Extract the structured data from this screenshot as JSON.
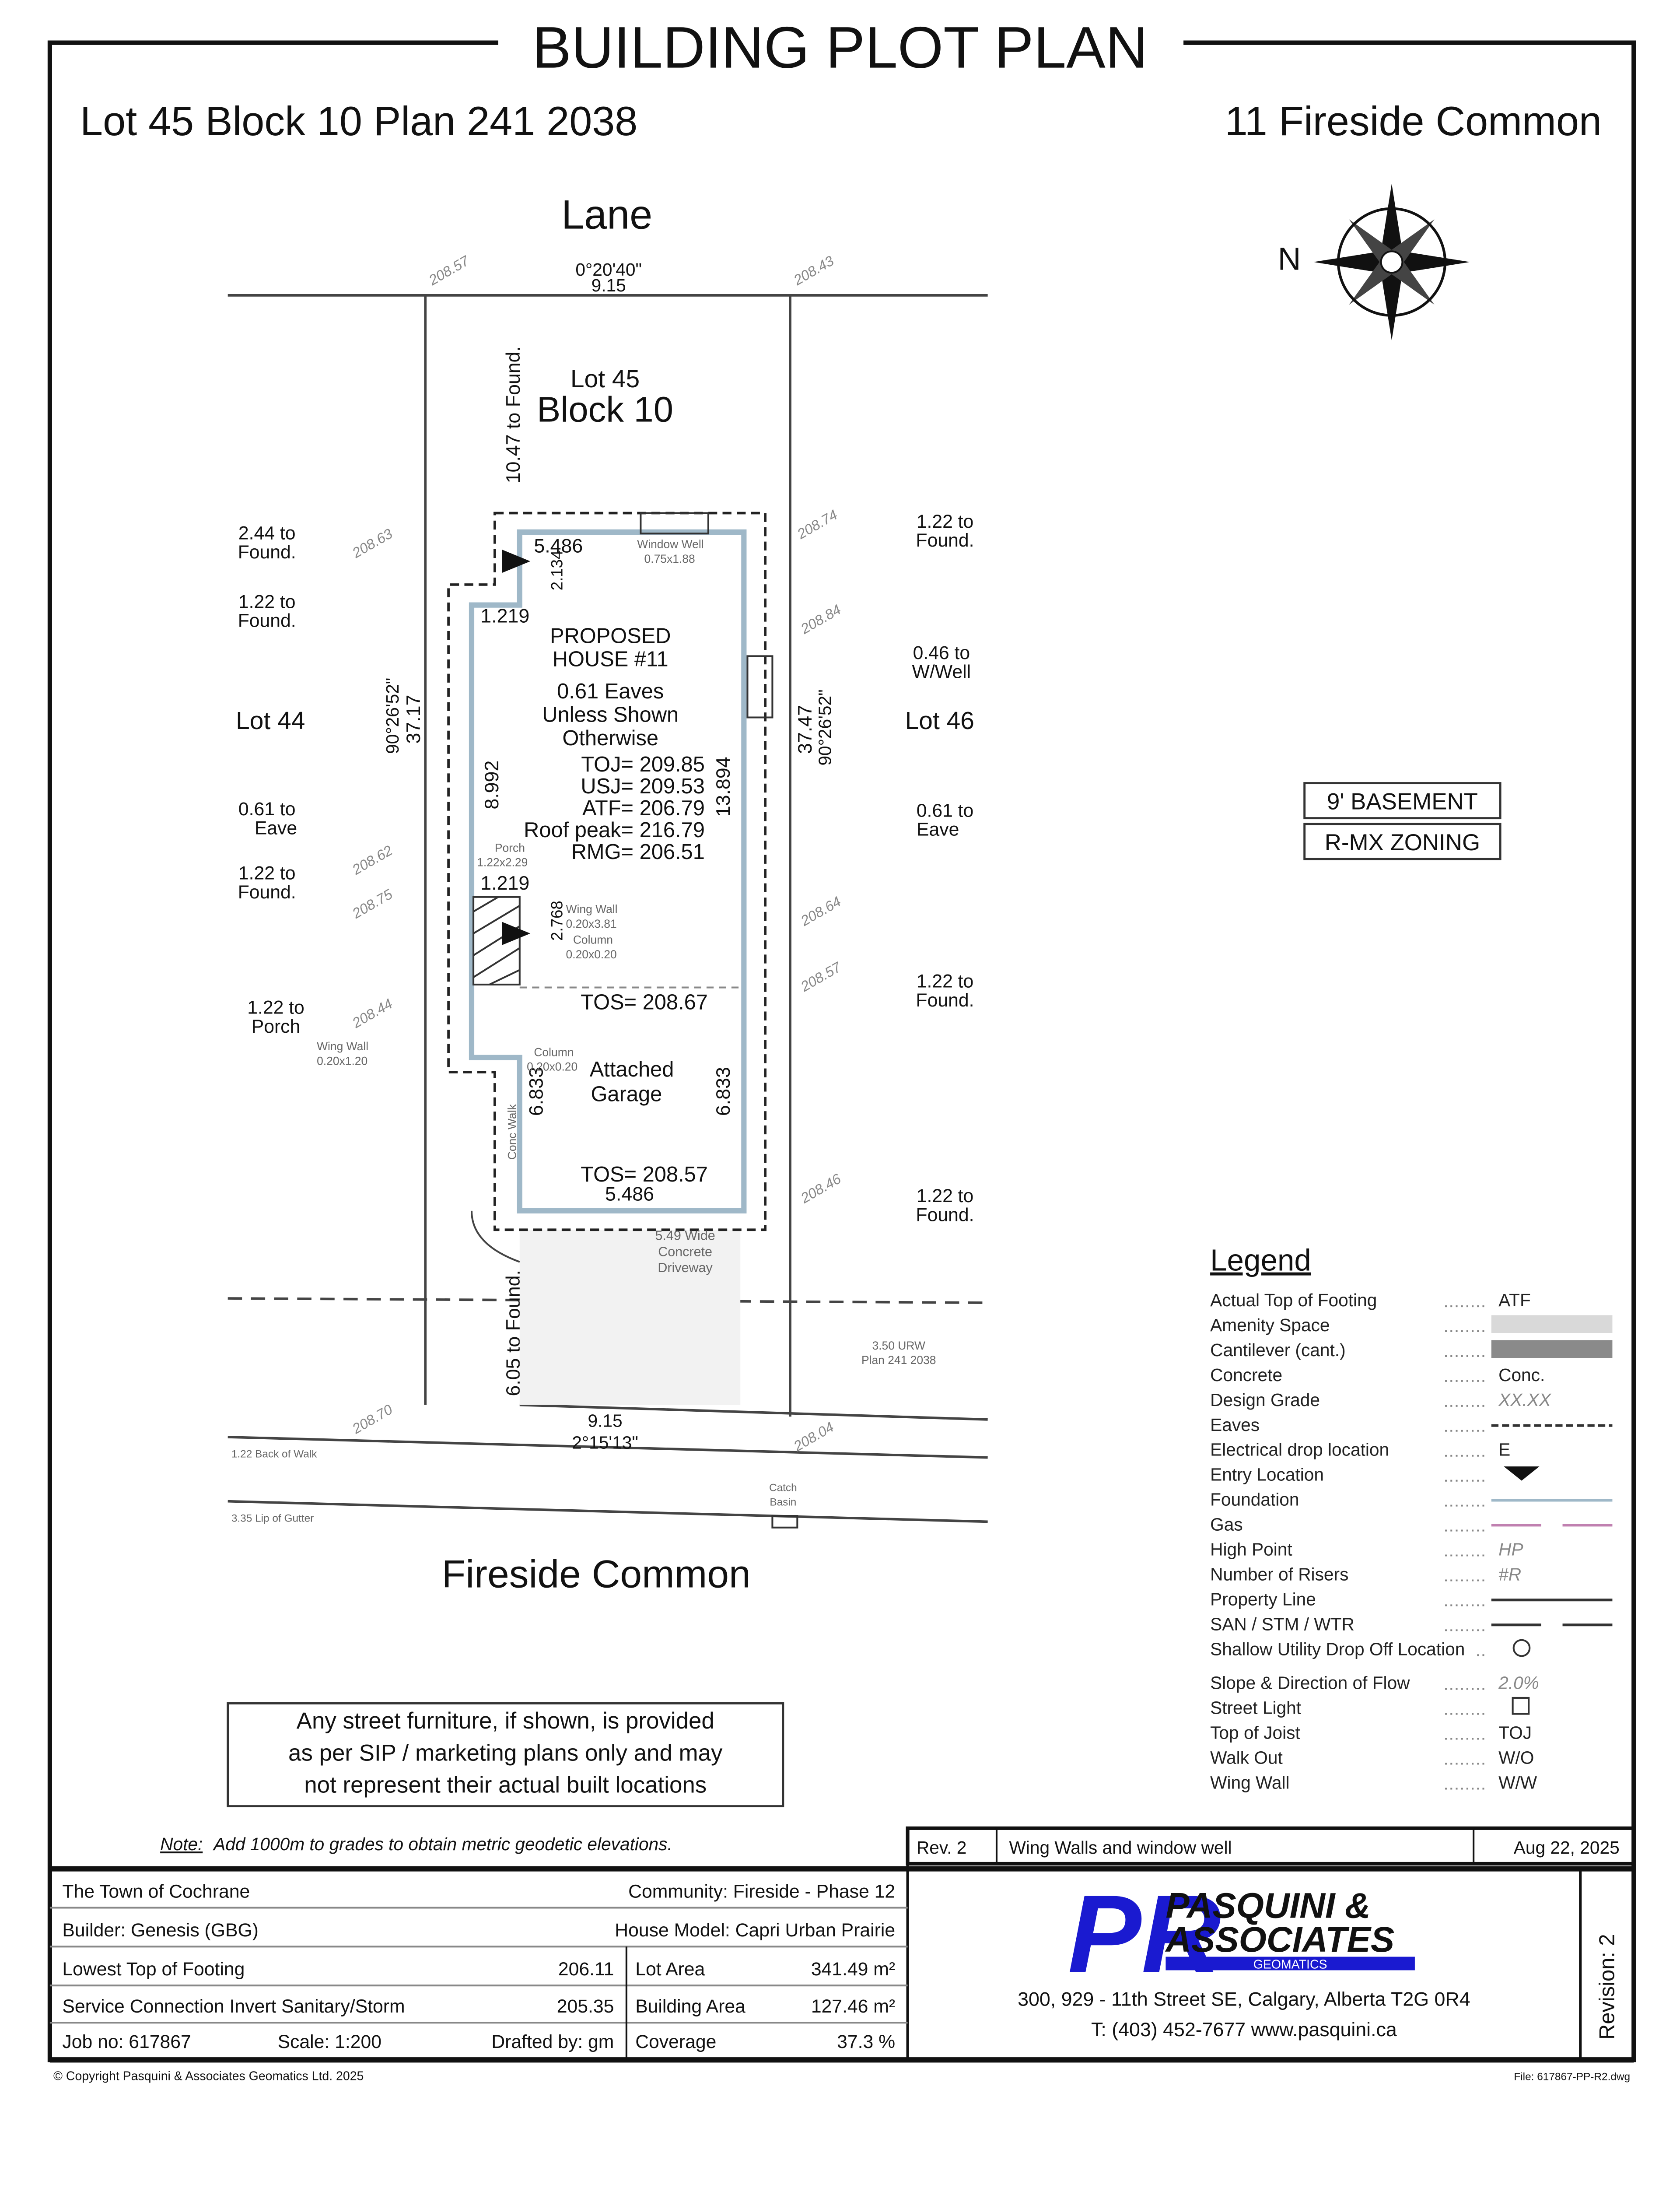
{
  "title": "BUILDING PLOT PLAN",
  "legal": "Lot 45 Block 10 Plan 241 2038",
  "address": "11 Fireside Common",
  "lane": "Lane",
  "street": "Fireside Common",
  "north": "N",
  "lot": {
    "lot_label": "Lot 45",
    "block_label": "Block 10",
    "left_lot": "Lot 44",
    "right_lot": "Lot 46"
  },
  "dims": {
    "rear_bearing": "0°20'40\"",
    "rear_width": "9.15",
    "front_width": "9.15",
    "front_bearing": "2°15'13\"",
    "left_depth": "37.17",
    "left_bearing": "90°26'52\"",
    "right_depth": "37.47",
    "right_bearing": "90°26'52\"",
    "rear_setback": "10.47 to Found.",
    "front_setback": "6.05 to Found.",
    "house_width_top": "5.486",
    "house_width_bottom": "5.486",
    "house_depth": "13.894",
    "left_seg": "8.992",
    "garage_left": "6.833",
    "garage_right": "6.833",
    "jog1": "1.219",
    "jog2": "1.219",
    "jog3": "2.134",
    "jog4": "2.768"
  },
  "house": {
    "title1": "PROPOSED",
    "title2": "HOUSE #11",
    "eaves1": "0.61 Eaves",
    "eaves2": "Unless Shown",
    "eaves3": "Otherwise",
    "toj": "TOJ= 209.85",
    "usj": "USJ= 209.53",
    "atf": "ATF= 206.79",
    "roof": "Roof peak= 216.79",
    "rmg": "RMG= 206.51",
    "window_well": "Window Well",
    "window_well_size": "0.75x1.88",
    "porch": "Porch",
    "porch_size": "1.22x2.29",
    "wing_wall": "Wing Wall",
    "wing_wall_size": "0.20x3.81",
    "column": "Column",
    "column_size": "0.20x0.20",
    "tos1": "TOS= 208.67",
    "garage1": "Attached",
    "garage2": "Garage",
    "tos2": "TOS= 208.57",
    "driveway1": "5.49 Wide",
    "driveway2": "Concrete",
    "driveway3": "Driveway",
    "wing_wall_left": "Wing Wall",
    "wing_wall_left_size": "0.20x1.20",
    "conc_walk": "Conc Walk"
  },
  "side_notes_left": [
    [
      "2.44 to",
      "Found."
    ],
    [
      "1.22 to",
      "Found."
    ],
    [
      "0.61 to",
      "Eave"
    ],
    [
      "1.22 to",
      "Found."
    ],
    [
      "1.22 to",
      "Porch"
    ]
  ],
  "side_notes_right": [
    [
      "1.22 to",
      "Found."
    ],
    [
      "0.46 to",
      "W/Well"
    ],
    [
      "0.61 to",
      "Eave"
    ],
    [
      "1.22 to",
      "Found."
    ],
    [
      "1.22 to",
      "Found."
    ]
  ],
  "grades": [
    "208.57",
    "208.43",
    "208.63",
    "208.74",
    "208.84",
    "208.64",
    "208.57",
    "208.44",
    "208.46",
    "208.70",
    "208.04",
    "208.75",
    "208.62"
  ],
  "urw": [
    "3.50 URW",
    "Plan 241 2038"
  ],
  "back_of_walk": "1.22 Back of Walk",
  "lip_of_gutter": "3.35 Lip of Gutter",
  "catch_basin": [
    "Catch",
    "Basin"
  ],
  "badges": [
    "9' BASEMENT",
    "R-MX ZONING"
  ],
  "furniture_note": [
    "Any street furniture, if shown, is provided",
    "as per SIP / marketing plans only and may",
    "not represent their actual built locations"
  ],
  "note_label": "Note:",
  "note_text": "Add 1000m to grades to obtain metric geodetic elevations.",
  "legend": {
    "title": "Legend",
    "items": [
      {
        "label": "Actual Top of Footing",
        "symbol": "ATF"
      },
      {
        "label": "Amenity Space",
        "symbol": ""
      },
      {
        "label": "Cantilever (cant.)",
        "symbol": ""
      },
      {
        "label": "Concrete",
        "symbol": "Conc."
      },
      {
        "label": "Design Grade",
        "symbol": "XX.XX"
      },
      {
        "label": "Eaves",
        "symbol": ""
      },
      {
        "label": "Electrical drop location",
        "symbol": "E"
      },
      {
        "label": "Entry Location",
        "symbol": ""
      },
      {
        "label": "Foundation",
        "symbol": ""
      },
      {
        "label": "Gas",
        "symbol": ""
      },
      {
        "label": "High Point",
        "symbol": "HP"
      },
      {
        "label": "Number of Risers",
        "symbol": "#R"
      },
      {
        "label": "Property Line",
        "symbol": ""
      },
      {
        "label": "SAN / STM / WTR",
        "symbol": ""
      },
      {
        "label": "Shallow Utility Drop Off Location",
        "symbol": ""
      },
      {
        "label": "Slope & Direction of Flow",
        "symbol": "2.0%"
      },
      {
        "label": "Street Light",
        "symbol": ""
      },
      {
        "label": "Top of Joist",
        "symbol": "TOJ"
      },
      {
        "label": "Walk Out",
        "symbol": "W/O"
      },
      {
        "label": "Wing Wall",
        "symbol": "W/W"
      }
    ],
    "colors": {
      "amenity": "#d9d9d9",
      "cantilever": "#8a8a8a",
      "foundation": "#9fb8c8",
      "gas": "#c080b0"
    }
  },
  "revision": {
    "rev": "Rev. 2",
    "desc": "Wing Walls and window well",
    "date": "Aug 22, 2025",
    "side": "Revision: 2"
  },
  "table": {
    "town": "The Town of Cochrane",
    "community": "Community: Fireside - Phase 12",
    "builder": "Builder: Genesis (GBG)",
    "model": "House Model: Capri Urban Prairie",
    "ltf_label": "Lowest Top of Footing",
    "ltf": "206.11",
    "lot_area_label": "Lot Area",
    "lot_area": "341.49 m²",
    "sci_label": "Service Connection Invert Sanitary/Storm",
    "sci": "205.35",
    "bldg_area_label": "Building Area",
    "bldg_area": "127.46 m²",
    "job": "Job no: 617867",
    "scale": "Scale: 1:200",
    "drafted": "Drafted by: gm",
    "coverage_label": "Coverage",
    "coverage": "37.3 %"
  },
  "company": {
    "name1": "PASQUINI &",
    "name2": "ASSOCIATES",
    "tagline": "GEOMATICS",
    "address": "300, 929 - 11th Street SE, Calgary, Alberta T2G 0R4",
    "contact": "T: (403) 452-7677  www.pasquini.ca",
    "color": "#1a1ad0"
  },
  "copyright": "© Copyright Pasquini & Associates Geomatics Ltd. 2025",
  "file": "File: 617867-PP-R2.dwg"
}
